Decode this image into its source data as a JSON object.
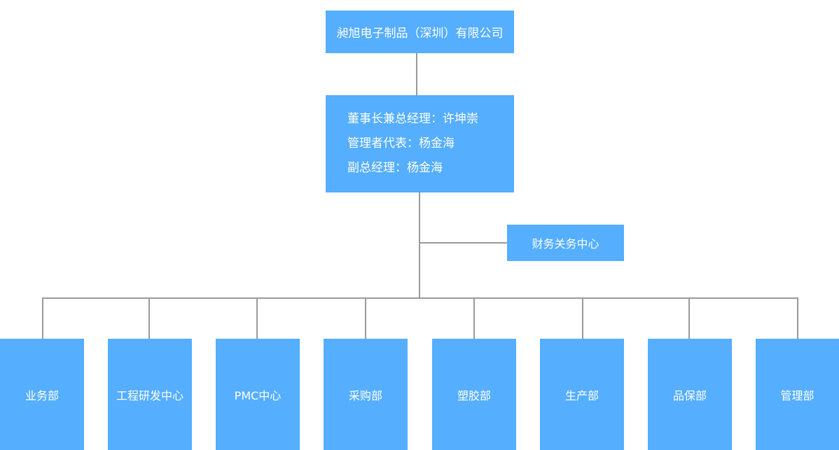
{
  "company": {
    "name": "昶旭电子制品（深圳）有限公司"
  },
  "leadership": {
    "lines": [
      "董事长兼总经理：许坤崇",
      "管理者代表：杨金海",
      "副总经理：杨金海"
    ]
  },
  "finance": {
    "name": "财务关务中心"
  },
  "departments": [
    "业务部",
    "工程研发中心",
    "PMC中心",
    "采购部",
    "塑胶部",
    "生产部",
    "品保部",
    "管理部"
  ],
  "colors": {
    "box": "#55aefe",
    "line": "#9a9a9a",
    "text": "#ffffff"
  }
}
